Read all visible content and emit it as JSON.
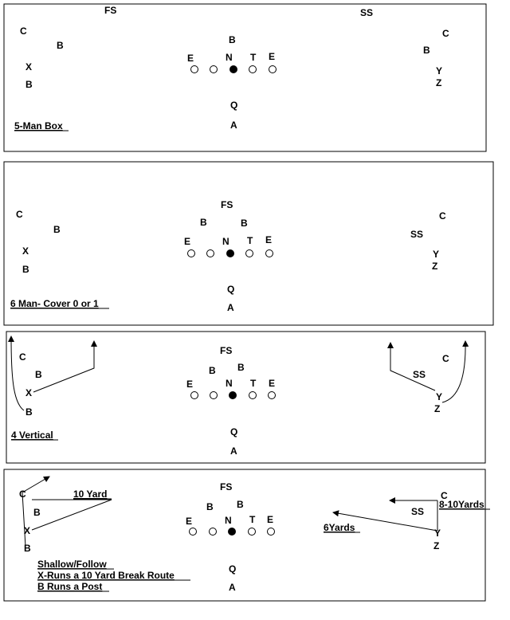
{
  "labels": {
    "fs": "FS",
    "ss": "SS",
    "c": "C",
    "b": "B",
    "x": "X",
    "y": "Y",
    "z": "Z",
    "e": "E",
    "n": "N",
    "t": "T",
    "q": "Q",
    "a": "A"
  },
  "diagrams": [
    {
      "caption": [
        "5-Man Box"
      ]
    },
    {
      "caption": [
        "6 Man- Cover 0 or 1"
      ]
    },
    {
      "caption": [
        "4 Vertical"
      ]
    },
    {
      "caption": [
        "Shallow/Follow",
        "X-Runs a 10 Yard Break Route",
        "B Runs a Post"
      ],
      "notes": {
        "ten_yard": "10 Yard",
        "eight_ten": "8-10Yards",
        "six": "6Yards"
      }
    }
  ]
}
